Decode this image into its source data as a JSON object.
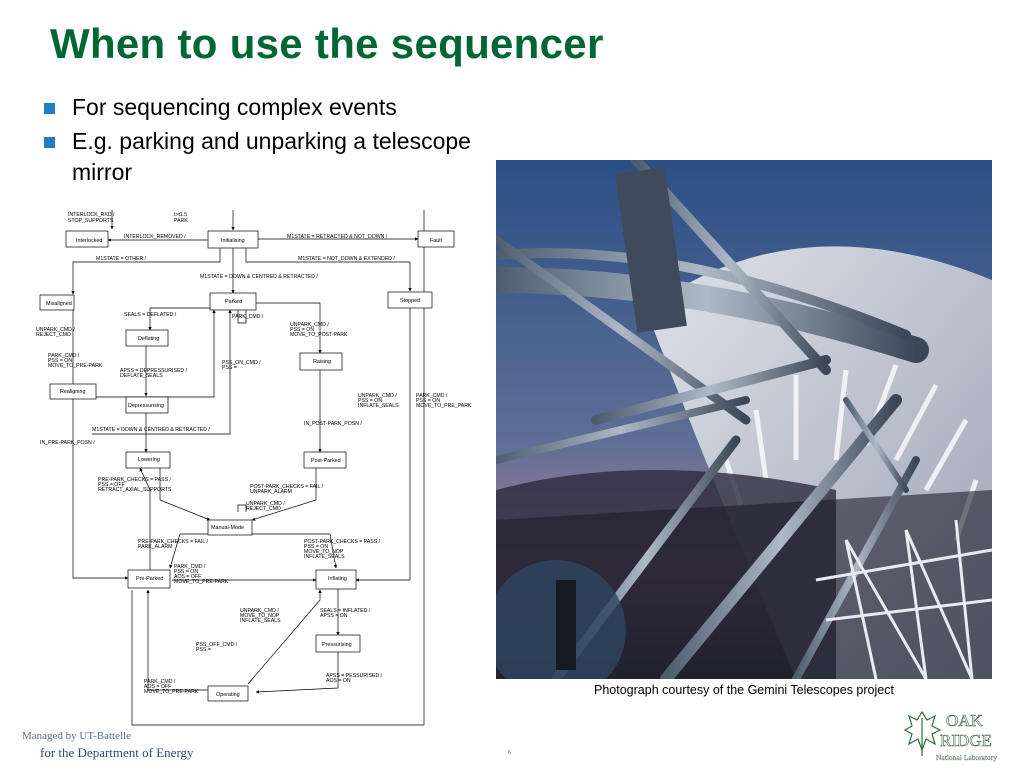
{
  "slide": {
    "title": "When to use the sequencer",
    "bullets": [
      "For sequencing complex events",
      "E.g. parking and unparking a telescope mirror"
    ],
    "caption": "Photograph courtesy of the Gemini Telescopes project",
    "page_number": "6",
    "colors": {
      "title": "#006633",
      "bullet": "#1f7fc6"
    }
  },
  "footer": {
    "line1": "Managed by UT-Battelle",
    "line2": "for the Department of Energy"
  },
  "logo": {
    "line1": "OAK",
    "line2": "RIDGE",
    "line3": "National Laboratory"
  },
  "diagram": {
    "states": {
      "interlocked": "Interlocked",
      "initialising": "Initialising",
      "fault": "Fault",
      "misaligned": "Misaligned",
      "parked": "Parked",
      "stopped": "Stopped",
      "deflating": "Deflating",
      "raising": "Raising",
      "realigning": "Realigning",
      "depressurising": "Depressurising",
      "lowering": "Lowering",
      "post_parked": "Post-Parked",
      "manual_mode": "Manual-Mode",
      "pre_parked": "Pre-Parked",
      "inflating": "Inflating",
      "pressurising": "Pressurising",
      "operating": "Operating"
    },
    "labels": {
      "l1a": "INTERLOCK_RXD /",
      "l1b": "STOP_SUPPORTS",
      "l2a": "t>t1.5",
      "l2b": "PARK",
      "l3": "INTERLOCK_REMOVED /",
      "l4": "M1STATE = RETRACTED & NOT_DOWN /",
      "l5": "M1STATE = OTHER /",
      "l6": "M1STATE = NOT_DOWN & EXTENDED /",
      "l7": "M1STATE = DOWN & CENTRED & RETRACTED /",
      "l8": "SEALS = DEFLATED /",
      "l9": "PARK_CMD /",
      "l10a": "UNPARK_CMD /",
      "l10b": "PSS = ON",
      "l10c": "MOVE_TO_POST-PARK",
      "l11a": "UNPARK_CMD /",
      "l11b": "REJECT_CMD",
      "l12a": "PARK_CMD /",
      "l12b": "PSS = ON",
      "l12c": "MOVE_TO_PRE-PARK",
      "l13a": "PSS_ON_CMD /",
      "l13b": "PSS =",
      "l14a": "APSS = DEPRESSURISED /",
      "l14b": "DEFLATE_SEALS",
      "l15a": "UNPARK_CMD /",
      "l15b": "PSS = ON",
      "l15c": "INFLATE_SEALS",
      "l16a": "PARK_CMD /",
      "l16b": "PSS = ON",
      "l16c": "MOVE_TO_PRE_PARK",
      "l17": "IN_POST-PARK_POSN /",
      "l18": "M1STATE = DOWN & CENTRED & RETRACTED /",
      "l19": "IN_PRE-PARK_POSN /",
      "l20a": "PRE-PARK_CHECKS = PASS /",
      "l20b": "PSS = OFF",
      "l20c": "RETRACT_AXIAL_SUPPORTS",
      "l21a": "POST-PARK_CHECKS = FAIL /",
      "l21b": "UNPARK_ALARM",
      "l22a": "UNPARK_CMD /",
      "l22b": "REJECT_CMD",
      "l23a": "PRE-PARK_CHECKS = FAIL /",
      "l23b": "PARK_ALARM",
      "l24a": "POST-PARK_CHECKS = PASS /",
      "l24b": "PSS = ON",
      "l24c": "MOVE_TO_NOP",
      "l24d": "INFLATE_SEALS",
      "l25a": "PARK_CMD /",
      "l25b": "PSS = ON",
      "l25c": "AOS = OFF",
      "l25d": "MOVE_TO_PRE-PARK",
      "l26a": "UNPARK_CMD /",
      "l26b": "MOVE_TO_NOP",
      "l26c": "INFLATE_SEALS",
      "l27a": "SEALS = INFLATED /",
      "l27b": "APSS = ON",
      "l28a": "PSS_OFF_CMD /",
      "l28b": "PSS =",
      "l29a": "APSS = PESSURISED /",
      "l29b": "AOS = ON",
      "l30a": "PARK_CMD /",
      "l30b": "AOS = OFF",
      "l30c": "MOVE_TO_PRE-PARK"
    }
  }
}
